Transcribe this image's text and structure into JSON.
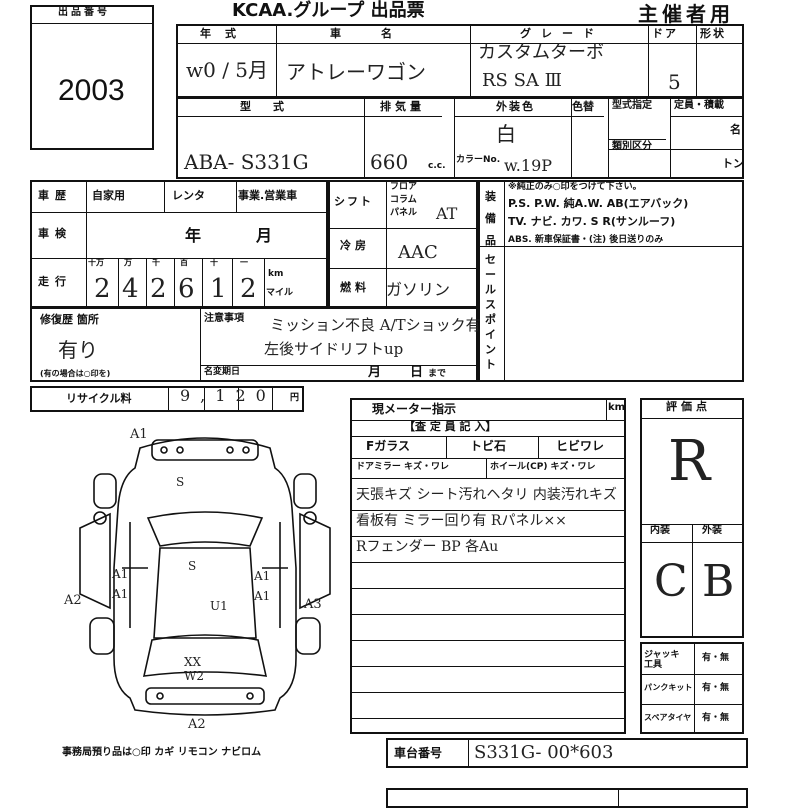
{
  "header": {
    "lot_label": "出品番号",
    "lot_number": "2003",
    "org_title": "KCAA.グループ 出品票",
    "organizer_label": "主催者用"
  },
  "top_row": {
    "year_label": "年式",
    "name_label": "車名",
    "grade_label": "グレード",
    "doors_label": "ドア",
    "form_label": "形状",
    "year_value": "w0 / 5月",
    "name_value": "アトレーワゴン",
    "grade_value1": "カスタムターボ",
    "grade_value2": "RS SA Ⅲ",
    "doors_value": "5"
  },
  "second_row": {
    "model_label": "型式",
    "displacement_label": "排気量",
    "exterior_label": "外装色",
    "color_no_label": "色替",
    "model_spec_label": "型式指定",
    "class_label": "類別区分",
    "capacity_label": "定員・積載",
    "capacity_unit1": "名",
    "capacity_unit2": "トン",
    "model_value": "ABA- S331G",
    "displacement_value": "660",
    "displacement_unit": "c.c.",
    "color_value": "白",
    "color_code_label": "カラーNo.",
    "color_code_value": "w.19P"
  },
  "history": {
    "history_label": "車歴",
    "private_label": "自家用",
    "rental_label": "レンタ",
    "business_label": "事業.営業車",
    "inspection_label": "車検",
    "year_unit": "年",
    "month_unit": "月",
    "mileage_label": "走行",
    "digit_labels": [
      "十万",
      "万",
      "千",
      "百",
      "十",
      "一"
    ],
    "mileage_digits": [
      "2",
      "4",
      "2",
      "6",
      "1",
      "2"
    ],
    "km_label": "km",
    "mile_label": "マイル"
  },
  "shift": {
    "shift_label": "シフト",
    "floor_label": "フロア",
    "column_label": "コラム",
    "panel_label": "パネル",
    "shift_value": "AT",
    "ac_label": "冷房",
    "ac_value": "AAC",
    "fuel_label": "燃料",
    "fuel_value": "ガソリン"
  },
  "equipment": {
    "side_label": "装備品",
    "note": "※純正のみ○印をつけて下さい。",
    "line1": "P.S. P.W. 純A.W. AB(エアバック)",
    "line2": "TV. ナビ. カワ. S R(サンルーフ)",
    "line3": "ABS. 新車保証書・(注) 後日送りのみ",
    "sales_point_label": "セールスポイント"
  },
  "repair": {
    "repair_label": "修復歴 箇所",
    "repair_value": "有り",
    "repair_note": "(有の場合は○印を)",
    "notes_label": "注意事項",
    "notes_line1": "ミッション不良 A/Tショック有",
    "notes_line2": "左後サイドリフトup",
    "deadline_label": "名変期日",
    "deadline_month": "月",
    "deadline_day": "日",
    "deadline_until": "まで",
    "recycle_label": "リサイクル料",
    "recycle_value": "9,120",
    "recycle_unit": "円"
  },
  "diagram": {
    "marks": [
      "A1",
      "A2",
      "A3",
      "A1",
      "A1",
      "A1",
      "A1",
      "U1",
      "S",
      "S",
      "XX",
      "W2",
      "A2"
    ],
    "footer": "事務局預り品は○印 カギ リモコン ナビロム"
  },
  "inspector": {
    "meter_label": "現メーター指示",
    "meter_unit": "km",
    "header": "【査 定 員 記 入】",
    "fglass_label": "Fガラス",
    "tobiishi_label": "トビ石",
    "hibi_label": "ヒビワレ",
    "mirror_label": "ドアミラー キズ・ワレ",
    "wheel_label": "ホイール(CP) キズ・ワレ",
    "remarks": [
      "天張キズ シート汚れヘタリ 内装汚れキズ",
      "看板有 ミラー回り有 Rパネル××",
      "Rフェンダー BP 各Au"
    ]
  },
  "grades": {
    "score_label": "評価点",
    "score_value": "R",
    "interior_label": "内装",
    "exterior_label": "外装",
    "interior_value": "C",
    "exterior_value": "B"
  },
  "tools": {
    "jack_label": "ジャッキ工具",
    "puncture_label": "パンクキット",
    "spare_label": "スペアタイヤ",
    "opt": "有・無"
  },
  "chassis": {
    "label": "車台番号",
    "value": "S331G- 00*603"
  }
}
